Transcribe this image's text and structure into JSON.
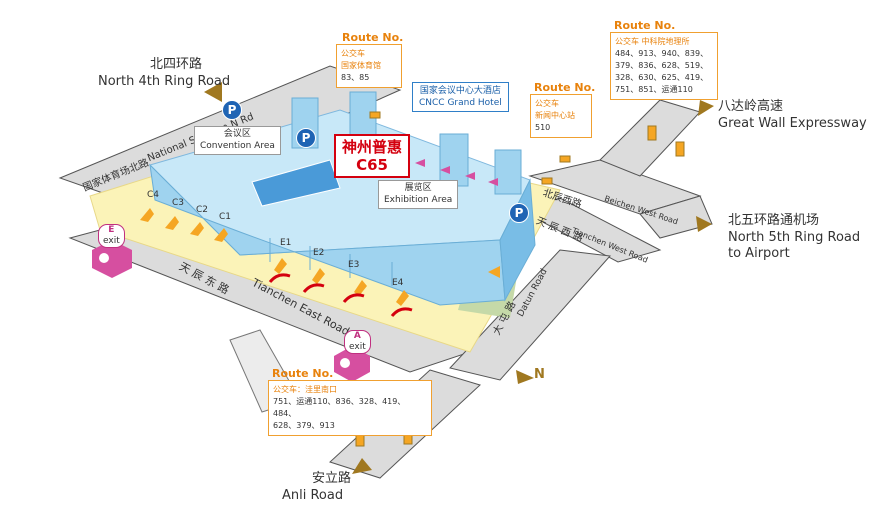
{
  "roads": {
    "north4_cn": "北四环路",
    "north4_en": "North 4th Ring Road",
    "greatwall_cn": "八达岭高速",
    "greatwall_en": "Great Wall Expressway",
    "north5_cn": "北五环路通机场",
    "north5_en_1": "North 5th Ring Road",
    "north5_en_2": "to Airport",
    "anli_cn": "安立路",
    "anli_en": "Anli Road",
    "national_stadium_cn": "国家体育场北路",
    "national_stadium_en": "National Stadium N Rd",
    "tianchen_east_cn": "天 辰 东 路",
    "tianchen_east_en": "Tianchen East Road",
    "tianchen_west_cn": "天 辰 西 路",
    "tianchen_west_en": "Tianchen West Road",
    "beichen_west_cn": "北辰西路",
    "beichen_west_en": "Beichen West Road",
    "datun_cn": "大 屯 路",
    "datun_en": "Datun Road"
  },
  "routes": {
    "title": "Route No.",
    "stadium": {
      "kind": "公交车",
      "stop": "国家体育馆",
      "lines": "83、85"
    },
    "press": {
      "kind": "公交车",
      "stop": "新闻中心站",
      "lines": "510"
    },
    "academy": {
      "kind": "公交车  中科院地理所",
      "lines": [
        "484、913、940、839、",
        "379、836、628、519、",
        "328、630、625、419、",
        "751、851、运通110"
      ]
    },
    "wali": {
      "kind": "公交车：洼里南口",
      "lines": [
        "751、运通110、836、328、419、484、",
        "628、379、913"
      ]
    }
  },
  "areas": {
    "convention_cn": "会议区",
    "convention_en": "Convention Area",
    "exhibition_cn": "展览区",
    "exhibition_en": "Exhibition Area",
    "hotel_cn": "国家会议中心大酒店",
    "hotel_en": "CNCC Grand Hotel"
  },
  "booth": {
    "brand": "神州普惠",
    "code": "C65"
  },
  "gates": [
    "C4",
    "C3",
    "C2",
    "C1",
    "E1",
    "E2",
    "E3",
    "E4"
  ],
  "exits": {
    "e_letter": "E",
    "a_letter": "A",
    "word": "exit"
  },
  "parking_label": "P",
  "compass": "N",
  "colors": {
    "road": "#dcdcdc",
    "plaza": "#fbf3b8",
    "building": "#9fd3ef",
    "roof": "#c8e8f8",
    "accent": "#e8820c",
    "booth": "#d4000f",
    "exit": "#d64fa0",
    "parking": "#1f64b4",
    "arrow": "#a07820"
  }
}
